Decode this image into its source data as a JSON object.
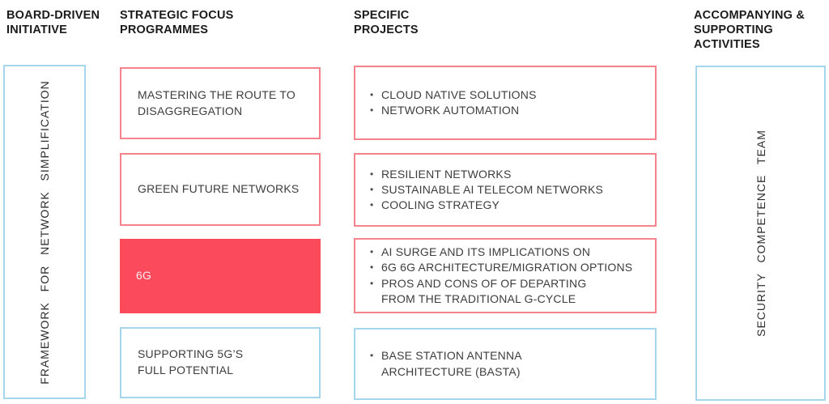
{
  "colors": {
    "accent_red": "#fa4a5c",
    "border_red": "#f5838e",
    "border_blue": "#a5d6ee",
    "header_text": "#1b1b1b",
    "body_text": "#3d3d3d",
    "fill_label_text": "#ffecee"
  },
  "headers": {
    "board_initiative": "BOARD-DRIVEN\nINITIATIVE",
    "strategic_focus": "STRATEGIC FOCUS\nPROGRAMMES",
    "specific_projects": "SPECIFIC\nPROJECTS",
    "supporting_activities": "ACCOMPANYING &\nSUPPORTING ACTIVITIES"
  },
  "board_initiative": {
    "label": "FRAMEWORK FOR NETWORK SIMPLIFICATION"
  },
  "programmes": [
    {
      "label": "MASTERING THE ROUTE TO\nDISAGGREGATION",
      "style": "red-outline"
    },
    {
      "label": "GREEN FUTURE NETWORKS",
      "style": "red-outline"
    },
    {
      "label": "6G",
      "style": "red-fill"
    },
    {
      "label": "SUPPORTING 5G’S\nFULL POTENTIAL",
      "style": "blue-outline"
    }
  ],
  "projects": [
    {
      "style": "red-outline",
      "items": [
        "CLOUD NATIVE SOLUTIONS",
        "NETWORK AUTOMATION"
      ]
    },
    {
      "style": "red-outline",
      "items": [
        "RESILIENT NETWORKS",
        "SUSTAINABLE AI TELECOM NETWORKS",
        "COOLING STRATEGY"
      ]
    },
    {
      "style": "red-outline",
      "items": [
        "AI SURGE AND ITS IMPLICATIONS ON",
        "6G 6G ARCHITECTURE/MIGRATION OPTIONS",
        "PROS AND CONS OF OF DEPARTING\nFROM THE TRADITIONAL G-CYCLE"
      ]
    },
    {
      "style": "blue-outline",
      "items": [
        "BASE STATION ANTENNA\nARCHITECTURE (BASTA)"
      ]
    }
  ],
  "supporting": {
    "label": "SECURITY COMPETENCE TEAM"
  },
  "bullet_glyph": "•"
}
